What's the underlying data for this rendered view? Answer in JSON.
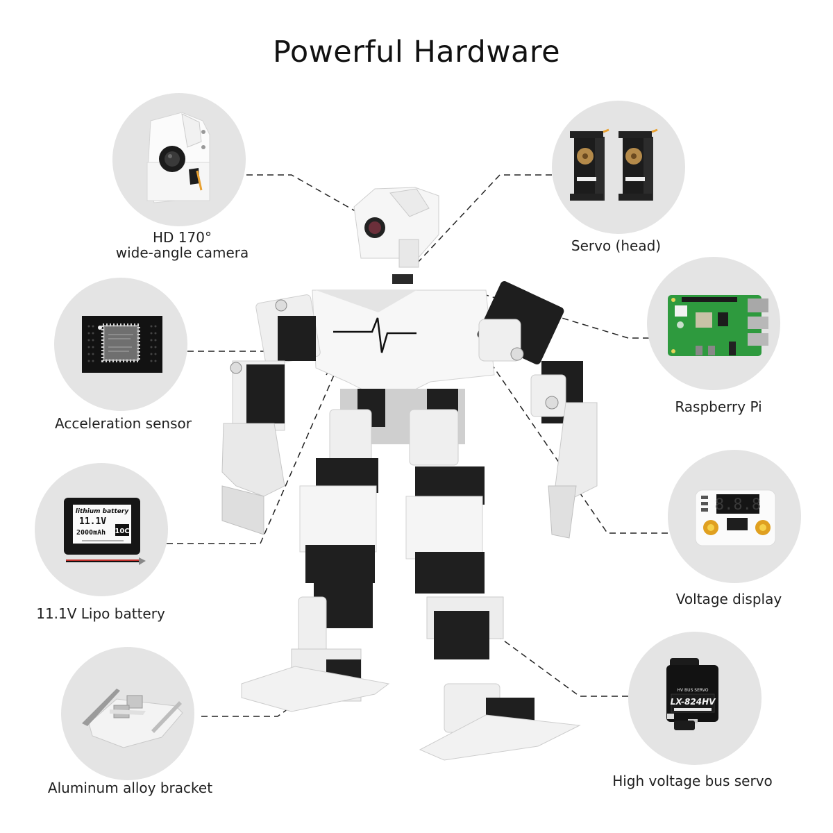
{
  "page": {
    "title": "Powerful Hardware"
  },
  "components": [
    {
      "id": "camera",
      "label_line1": "HD 170°",
      "label_line2": "wide-angle camera",
      "side": "left",
      "icon": "camera-icon"
    },
    {
      "id": "accel",
      "label": "Acceleration sensor",
      "side": "left",
      "icon": "chip-icon"
    },
    {
      "id": "battery",
      "label": "11.1V Lipo battery",
      "side": "left",
      "icon": "battery-icon",
      "product_text": {
        "line1": "lithium battery",
        "voltage": "11.1V",
        "capacity": "2000mAh",
        "rating": "10C"
      }
    },
    {
      "id": "bracket",
      "label": "Aluminum alloy bracket",
      "side": "left",
      "icon": "bracket-icon"
    },
    {
      "id": "servo_head",
      "label": "Servo (head)",
      "side": "right",
      "icon": "servo-pair-icon"
    },
    {
      "id": "raspberry_pi",
      "label": "Raspberry Pi",
      "side": "right",
      "icon": "circuit-board-icon"
    },
    {
      "id": "voltage_display",
      "label": "Voltage display",
      "side": "right",
      "icon": "voltage-display-icon",
      "product_text": {
        "digits": "8.8.8"
      }
    },
    {
      "id": "bus_servo",
      "label": "High voltage bus servo",
      "side": "right",
      "icon": "bus-servo-icon",
      "product_text": {
        "line1": "HV BUS SERVO",
        "model": "LX-824HV"
      }
    }
  ],
  "colors": {
    "circle_bg": "#e4e4e4",
    "leader_line": "#222222",
    "robot_white": "#f4f4f4",
    "robot_black": "#1e1e1e",
    "pcb_green": "#2e9a3e"
  }
}
